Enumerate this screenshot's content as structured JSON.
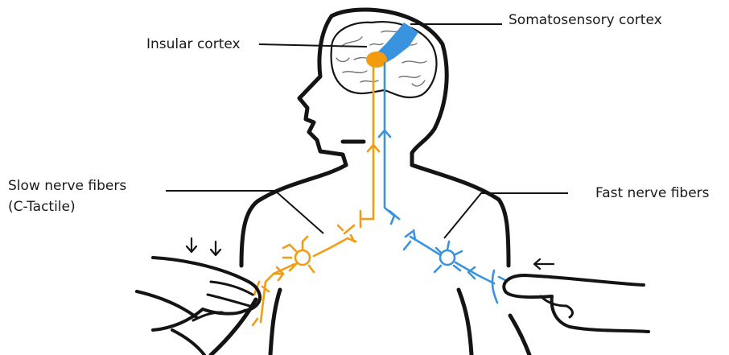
{
  "labels": {
    "somatosensory": "Somatosensory cortex",
    "insular": "Insular cortex",
    "slow_line1": "Slow nerve fibers",
    "slow_line2": "(C-Tactile)",
    "fast": "Fast nerve fibers"
  },
  "colors": {
    "slow_pathway": "#f39c12",
    "fast_pathway": "#3a93de",
    "outline": "#141414",
    "brain_detail": "#6b6b6b"
  }
}
